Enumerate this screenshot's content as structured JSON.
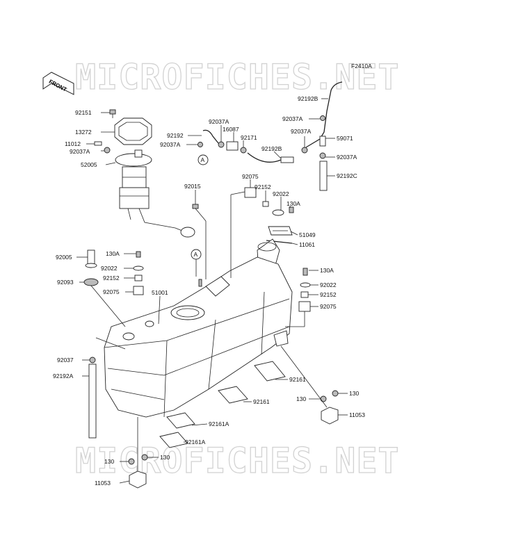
{
  "figure_code": "F2410A",
  "watermark": "MICROFICHES.NET",
  "front_label": "FRONT",
  "callout_a": "A",
  "parts": [
    {
      "id": "p1",
      "label": "92151"
    },
    {
      "id": "p2",
      "label": "13272"
    },
    {
      "id": "p3",
      "label": "11012"
    },
    {
      "id": "p4",
      "label": "92037A"
    },
    {
      "id": "p5",
      "label": "52005"
    },
    {
      "id": "p6",
      "label": "92192"
    },
    {
      "id": "p7",
      "label": "92037A"
    },
    {
      "id": "p8",
      "label": "16087"
    },
    {
      "id": "p9",
      "label": "92037A"
    },
    {
      "id": "p10",
      "label": "92171"
    },
    {
      "id": "p11",
      "label": "92192B"
    },
    {
      "id": "p12",
      "label": "92192B"
    },
    {
      "id": "p13",
      "label": "92037A"
    },
    {
      "id": "p14",
      "label": "92037A"
    },
    {
      "id": "p15",
      "label": "59071"
    },
    {
      "id": "p16",
      "label": "92037A"
    },
    {
      "id": "p17",
      "label": "92192C"
    },
    {
      "id": "p18",
      "label": "92015"
    },
    {
      "id": "p19",
      "label": "92075"
    },
    {
      "id": "p20",
      "label": "92152"
    },
    {
      "id": "p21",
      "label": "92022"
    },
    {
      "id": "p22",
      "label": "130A"
    },
    {
      "id": "p23",
      "label": "51049"
    },
    {
      "id": "p24",
      "label": "11061"
    },
    {
      "id": "p25",
      "label": "92005"
    },
    {
      "id": "p26",
      "label": "130A"
    },
    {
      "id": "p27",
      "label": "92022"
    },
    {
      "id": "p28",
      "label": "92152"
    },
    {
      "id": "p29",
      "label": "92093"
    },
    {
      "id": "p30",
      "label": "92075"
    },
    {
      "id": "p31",
      "label": "51001"
    },
    {
      "id": "p32",
      "label": "130A"
    },
    {
      "id": "p33",
      "label": "92022"
    },
    {
      "id": "p34",
      "label": "92152"
    },
    {
      "id": "p35",
      "label": "92075"
    },
    {
      "id": "p36",
      "label": "92037"
    },
    {
      "id": "p37",
      "label": "92192A"
    },
    {
      "id": "p38",
      "label": "92161"
    },
    {
      "id": "p39",
      "label": "92161"
    },
    {
      "id": "p40",
      "label": "92161A"
    },
    {
      "id": "p41",
      "label": "92161A"
    },
    {
      "id": "p42",
      "label": "130"
    },
    {
      "id": "p43",
      "label": "130"
    },
    {
      "id": "p44",
      "label": "11053"
    },
    {
      "id": "p45",
      "label": "130"
    },
    {
      "id": "p46",
      "label": "130"
    },
    {
      "id": "p47",
      "label": "11053"
    }
  ]
}
